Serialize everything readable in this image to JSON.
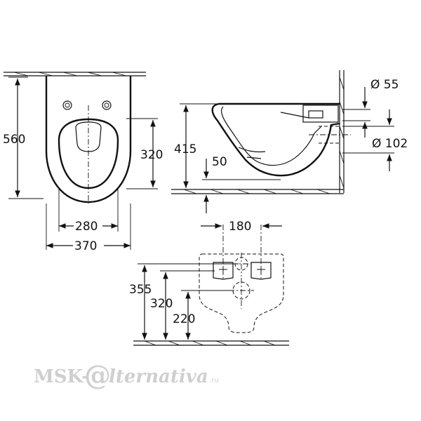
{
  "front_view": {
    "height_label": "560",
    "seat_height_label": "320",
    "inner_width_label": "280",
    "outer_width_label": "370"
  },
  "side_view": {
    "height_label": "415",
    "offset_label": "50",
    "outlet_small_label": "Ø 55",
    "outlet_large_label": "Ø 102"
  },
  "rear_view": {
    "spacing_label": "180",
    "height_upper_label": "355",
    "height_mid_label": "320",
    "height_lower_label": "220"
  },
  "watermark": {
    "prefix": "MSK-",
    "at_sign": "@",
    "suffix": "lternativa",
    "domain": ".ru"
  }
}
